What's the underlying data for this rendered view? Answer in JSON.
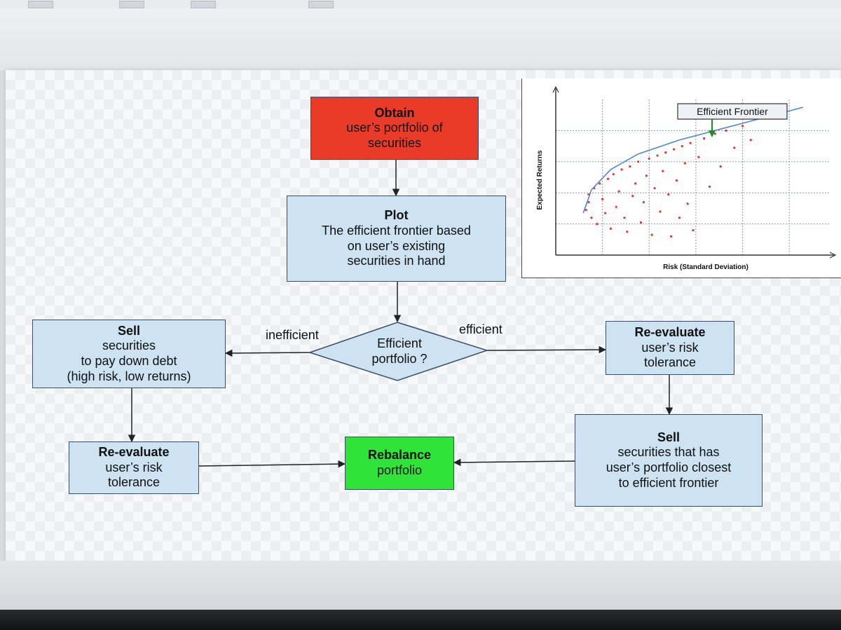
{
  "diagram": {
    "nodes": {
      "obtain": {
        "title": "Obtain",
        "body": [
          "user’s portfolio of",
          "securities"
        ]
      },
      "plot": {
        "title": "Plot",
        "body": [
          "The efficient frontier based",
          "on user’s existing",
          "securities in hand"
        ]
      },
      "decision": {
        "body": [
          "Efficient",
          "portfolio ?"
        ]
      },
      "sell_debt": {
        "title": "Sell",
        "body": [
          "securities",
          "to pay down debt",
          "(high risk, low returns)"
        ]
      },
      "reeval_right": {
        "title": "Re-evaluate",
        "body": [
          "user’s risk",
          "tolerance"
        ]
      },
      "reeval_left": {
        "title": "Re-evaluate",
        "body": [
          "user’s risk",
          "tolerance"
        ]
      },
      "rebalance": {
        "title": "Rebalance",
        "body": [
          "portfolio"
        ]
      },
      "sell_frontier": {
        "title": "Sell",
        "body": [
          "securities that has",
          "user’s portfolio closest",
          "to efficient frontier"
        ]
      }
    },
    "edge_labels": {
      "inefficient": "inefficient",
      "efficient": "efficient"
    },
    "colors": {
      "start": "#ea3b28",
      "process": "#cde3f2",
      "end": "#2fe338",
      "stroke": "#3a4c6a"
    }
  },
  "chart_data": {
    "type": "scatter",
    "title": "",
    "xlabel": "Risk (Standard Deviation)",
    "ylabel": "Expected Returns",
    "annotation": "Efficient Frontier",
    "grid": true,
    "xlim": [
      0,
      10
    ],
    "ylim": [
      0,
      10
    ],
    "frontier": [
      [
        1.0,
        2.7
      ],
      [
        1.3,
        4.2
      ],
      [
        2.0,
        5.5
      ],
      [
        3.0,
        6.5
      ],
      [
        4.5,
        7.4
      ],
      [
        6.0,
        8.1
      ],
      [
        7.5,
        8.8
      ],
      [
        9.0,
        9.5
      ]
    ],
    "points_color": "#e8332a",
    "points": [
      [
        1.1,
        2.9
      ],
      [
        1.2,
        3.4
      ],
      [
        1.3,
        2.4
      ],
      [
        1.2,
        3.9
      ],
      [
        1.4,
        4.3
      ],
      [
        1.5,
        2.0
      ],
      [
        1.6,
        4.6
      ],
      [
        1.7,
        3.6
      ],
      [
        1.8,
        2.7
      ],
      [
        1.9,
        4.9
      ],
      [
        2.0,
        1.7
      ],
      [
        2.1,
        5.2
      ],
      [
        2.2,
        3.1
      ],
      [
        2.3,
        4.1
      ],
      [
        2.4,
        5.5
      ],
      [
        2.5,
        2.4
      ],
      [
        2.6,
        1.5
      ],
      [
        2.7,
        5.7
      ],
      [
        2.8,
        3.8
      ],
      [
        2.9,
        4.6
      ],
      [
        3.0,
        6.0
      ],
      [
        3.1,
        2.1
      ],
      [
        3.2,
        3.4
      ],
      [
        3.3,
        5.1
      ],
      [
        3.4,
        6.2
      ],
      [
        3.5,
        1.3
      ],
      [
        3.6,
        4.3
      ],
      [
        3.7,
        6.4
      ],
      [
        3.8,
        2.8
      ],
      [
        3.9,
        5.4
      ],
      [
        4.0,
        6.6
      ],
      [
        4.1,
        3.9
      ],
      [
        4.2,
        1.2
      ],
      [
        4.3,
        6.8
      ],
      [
        4.4,
        4.8
      ],
      [
        4.5,
        2.4
      ],
      [
        4.6,
        7.0
      ],
      [
        4.7,
        5.9
      ],
      [
        4.8,
        3.3
      ],
      [
        4.9,
        7.2
      ],
      [
        5.0,
        1.6
      ],
      [
        5.2,
        6.3
      ],
      [
        5.4,
        7.5
      ],
      [
        5.6,
        4.4
      ],
      [
        5.8,
        7.8
      ],
      [
        6.0,
        5.7
      ],
      [
        6.2,
        8.0
      ],
      [
        6.5,
        6.9
      ],
      [
        6.8,
        8.3
      ],
      [
        7.1,
        7.4
      ]
    ]
  }
}
